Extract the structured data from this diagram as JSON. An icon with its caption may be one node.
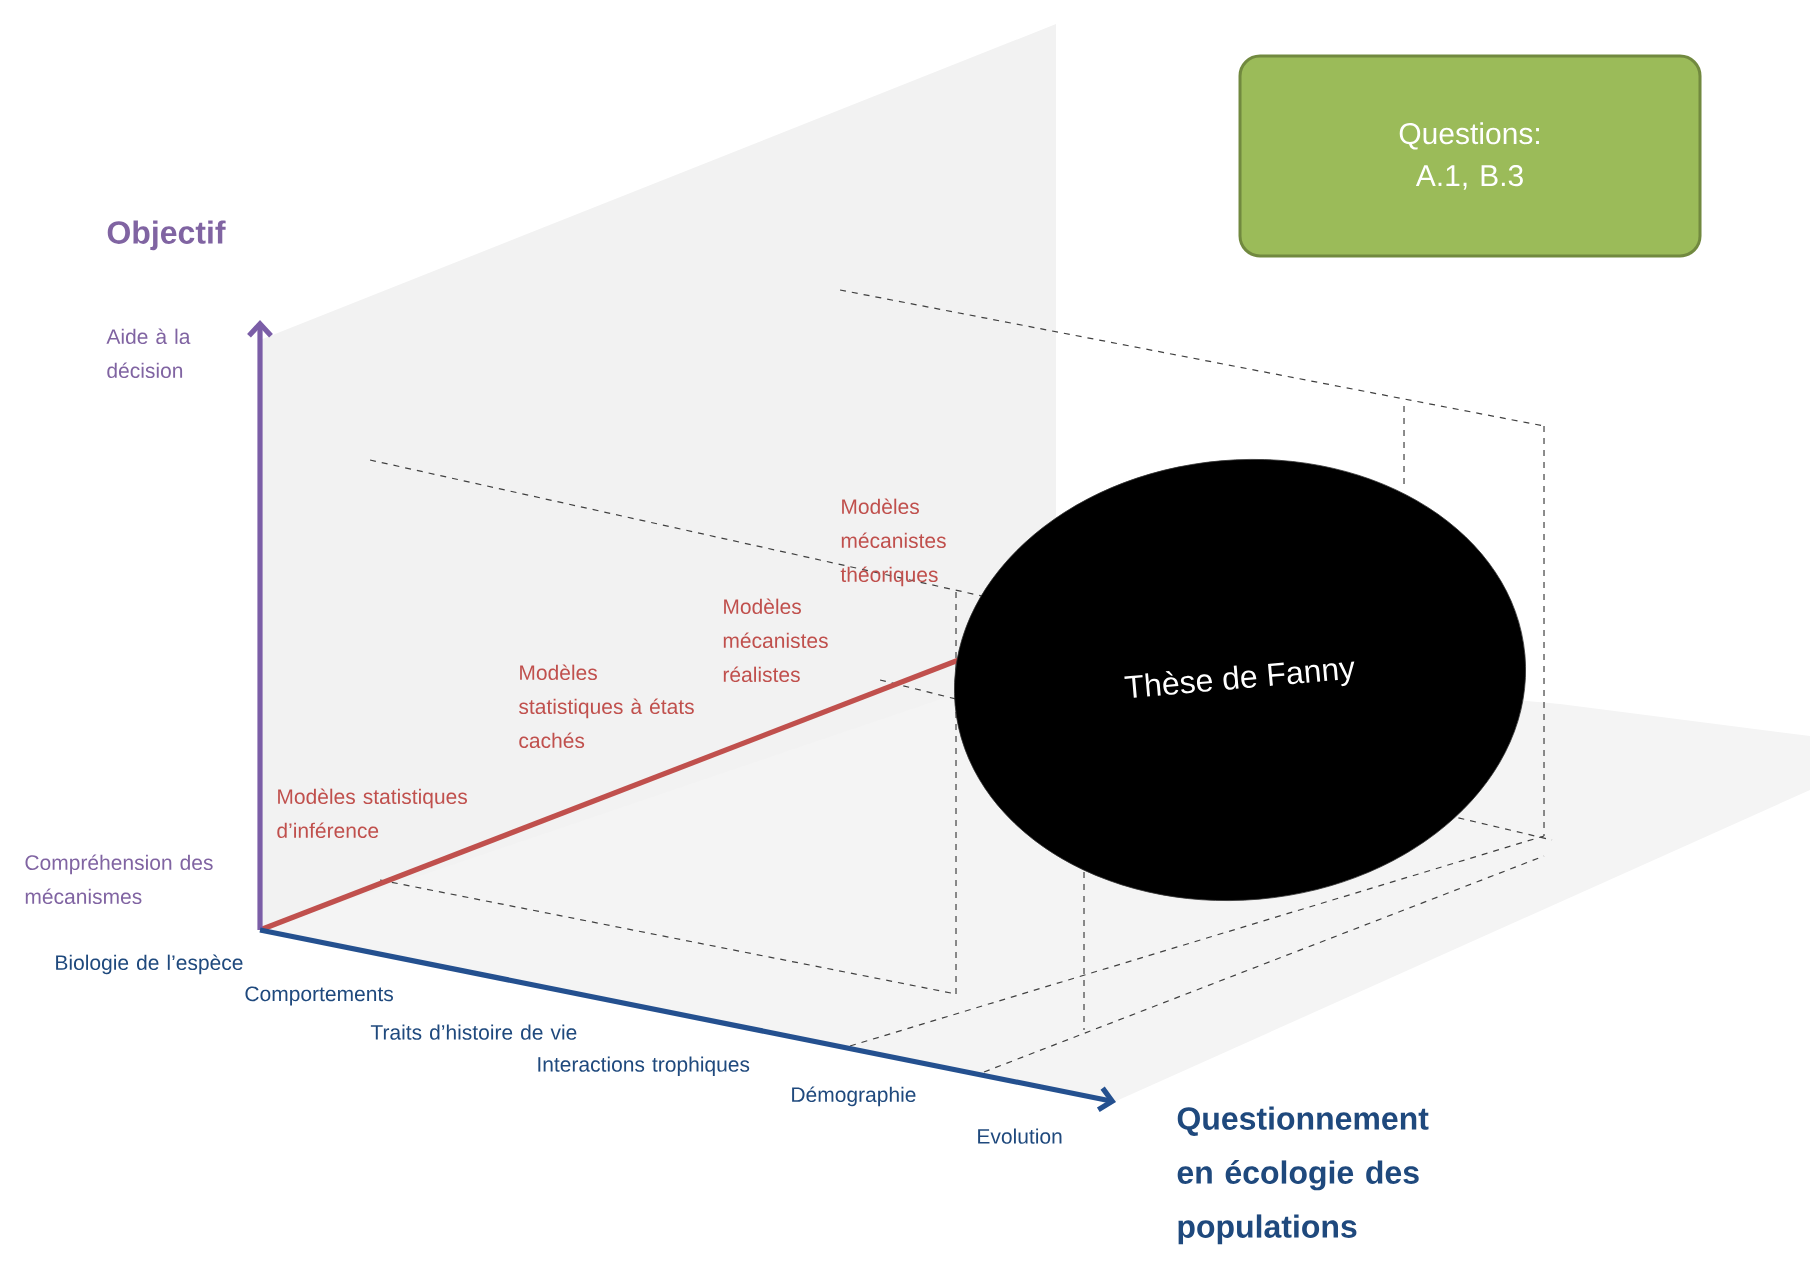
{
  "diagram": {
    "nodes": [
      {
        "text": [
          "Questions: A.1, B.3"
        ]
      },
      {
        "text": [
          "Thèse de Fanny"
        ]
      }
    ],
    "labels": [
      "Objectif",
      "Aide à la décision",
      "Compréhension des mécanismes",
      "Modèles statistiques d’inférence",
      "Modèles statistiques à états cachés",
      "Modèles mécanistes réalistes",
      "Modèles mécanistes théoriques",
      "Biologie de l’espèce",
      "Comportements",
      "Traits d’histoire de vie",
      "Interactions trophiques",
      "Démographie",
      "Evolution",
      "Questionnement en écologie des populations"
    ]
  }
}
